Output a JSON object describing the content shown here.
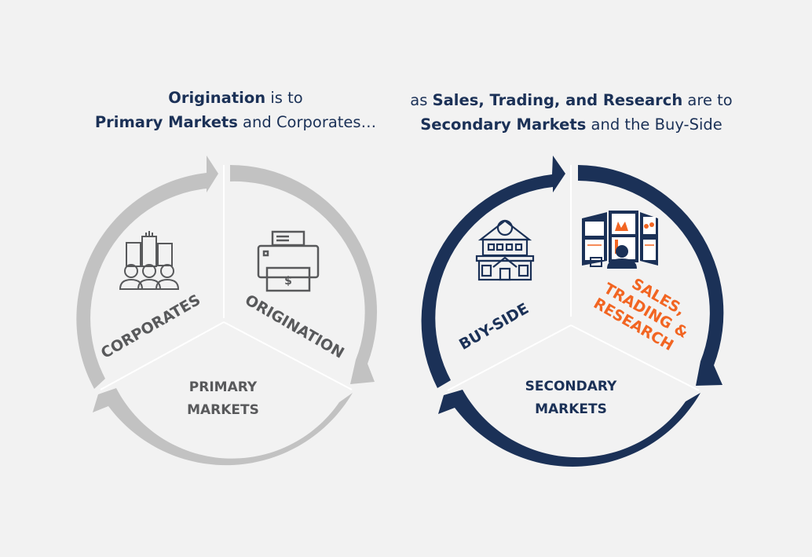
{
  "colors": {
    "navy": "#1b3157",
    "gray_arrow": "#c2c2c2",
    "gray_text": "#58595b",
    "orange": "#f26522",
    "background": "#f2f2f2"
  },
  "left_heading": {
    "line1_bold": "Origination",
    "line1_rest": " is to",
    "line2_bold": "Primary Markets",
    "line2_rest": " and Corporates…"
  },
  "right_heading": {
    "line1_pre": "as ",
    "line1_bold": "Sales, Trading, and Research",
    "line1_rest": " are to",
    "line2_bold": "Secondary Markets",
    "line2_rest": " and the Buy-Side"
  },
  "left_cycle": {
    "segments": {
      "top_left": {
        "label": "CORPORATES",
        "icon": "buildings-with-people-icon"
      },
      "top_right": {
        "label": "ORIGINATION",
        "icon": "printer-money-icon"
      },
      "bottom": {
        "label_line1": "PRIMARY",
        "label_line2": "MARKETS"
      }
    }
  },
  "right_cycle": {
    "segments": {
      "top_left": {
        "label": "BUY-SIDE",
        "icon": "bank-building-icon"
      },
      "top_right": {
        "label_line1": "SALES,",
        "label_line2": "TRADING &",
        "label_line3": "RESEARCH",
        "icon": "trading-desk-icon"
      },
      "bottom": {
        "label_line1": "SECONDARY",
        "label_line2": "MARKETS"
      }
    }
  }
}
